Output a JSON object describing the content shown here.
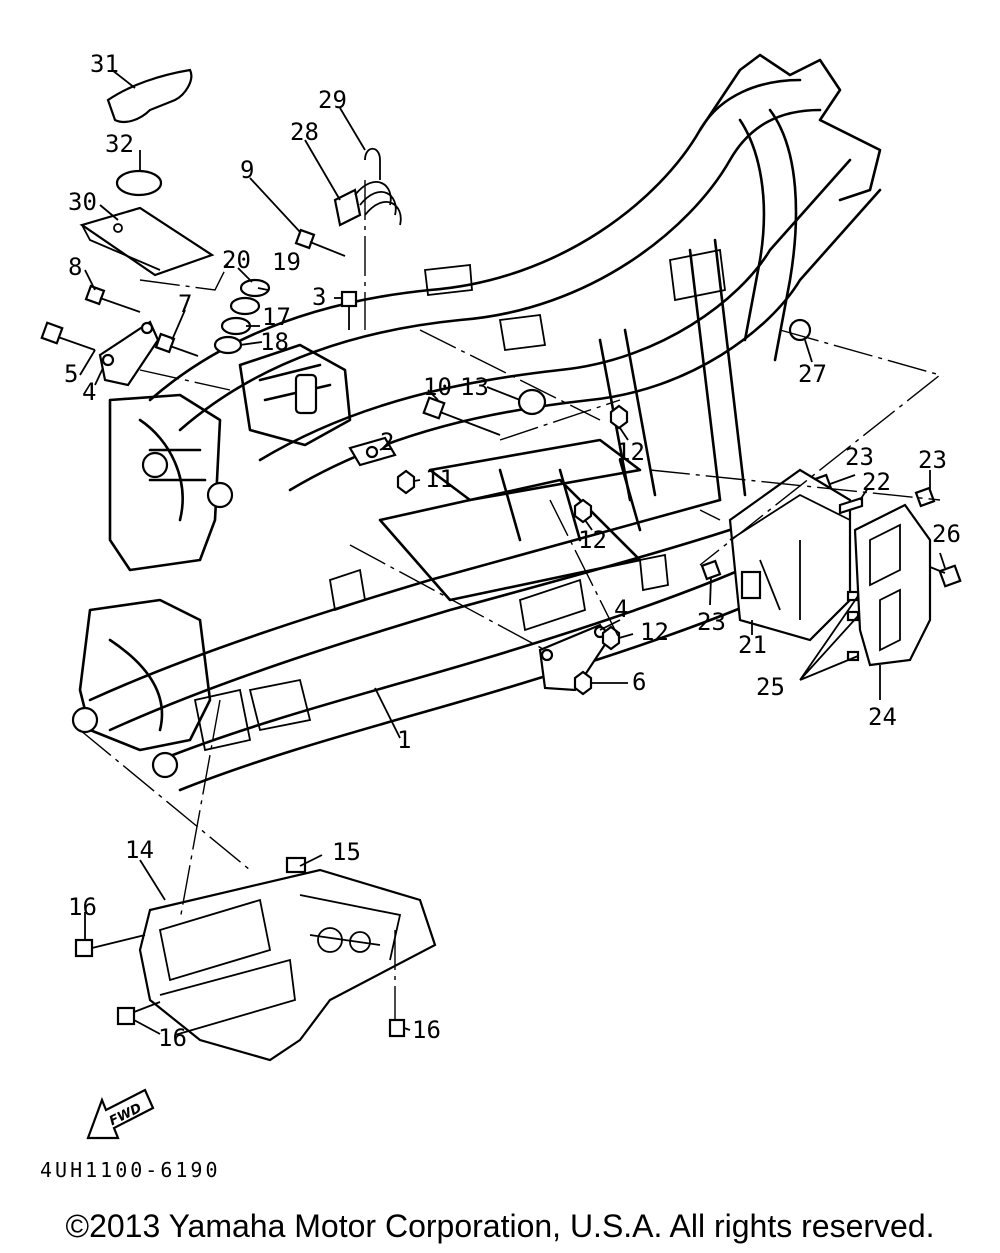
{
  "diagram": {
    "callouts": [
      {
        "id": "31",
        "label": "31"
      },
      {
        "id": "32",
        "label": "32"
      },
      {
        "id": "30",
        "label": "30"
      },
      {
        "id": "29",
        "label": "29"
      },
      {
        "id": "28",
        "label": "28"
      },
      {
        "id": "9",
        "label": "9"
      },
      {
        "id": "8",
        "label": "8"
      },
      {
        "id": "20",
        "label": "20"
      },
      {
        "id": "19",
        "label": "19"
      },
      {
        "id": "3",
        "label": "3"
      },
      {
        "id": "17",
        "label": "17"
      },
      {
        "id": "7",
        "label": "7"
      },
      {
        "id": "18",
        "label": "18"
      },
      {
        "id": "5",
        "label": "5"
      },
      {
        "id": "4a",
        "label": "4"
      },
      {
        "id": "27",
        "label": "27"
      },
      {
        "id": "13",
        "label": "13"
      },
      {
        "id": "10",
        "label": "10"
      },
      {
        "id": "2",
        "label": "2"
      },
      {
        "id": "12a",
        "label": "12"
      },
      {
        "id": "11",
        "label": "11"
      },
      {
        "id": "23a",
        "label": "23"
      },
      {
        "id": "23b",
        "label": "23"
      },
      {
        "id": "22",
        "label": "22"
      },
      {
        "id": "12b",
        "label": "12"
      },
      {
        "id": "26",
        "label": "26"
      },
      {
        "id": "23c",
        "label": "23"
      },
      {
        "id": "4b",
        "label": "4"
      },
      {
        "id": "12c",
        "label": "12"
      },
      {
        "id": "21",
        "label": "21"
      },
      {
        "id": "6",
        "label": "6"
      },
      {
        "id": "25",
        "label": "25"
      },
      {
        "id": "1",
        "label": "1"
      },
      {
        "id": "24",
        "label": "24"
      },
      {
        "id": "14",
        "label": "14"
      },
      {
        "id": "15",
        "label": "15"
      },
      {
        "id": "16a",
        "label": "16"
      },
      {
        "id": "16b",
        "label": "16"
      },
      {
        "id": "16c",
        "label": "16"
      }
    ],
    "fwd_label": "FWD",
    "drawing_code": "4UH1100-6190"
  },
  "footer": {
    "copyright": "©2013 Yamaha Motor Corporation, U.S.A. All rights reserved."
  }
}
